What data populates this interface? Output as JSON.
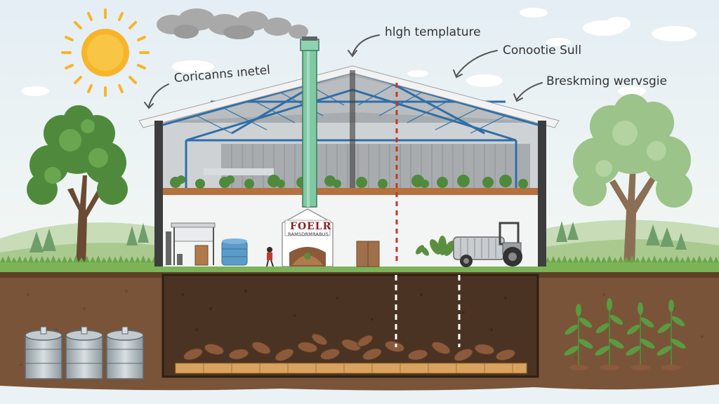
{
  "labels": {
    "top": "hlgh templature",
    "left": "Coricanns ınetel",
    "right_upper": "Conootie Sull",
    "right_lower": "Breskming wervsgie"
  },
  "sign": {
    "title": "FOELR",
    "subtitle": "RAMSDRMRABUS"
  },
  "colors": {
    "sky": "#eaf2f6",
    "sun": "#f7b52b",
    "soil": "#6b4a33",
    "chimney": "#7fc9a4",
    "roof_frame": "#2f6ea8",
    "dashed_line": "#c0392b"
  }
}
